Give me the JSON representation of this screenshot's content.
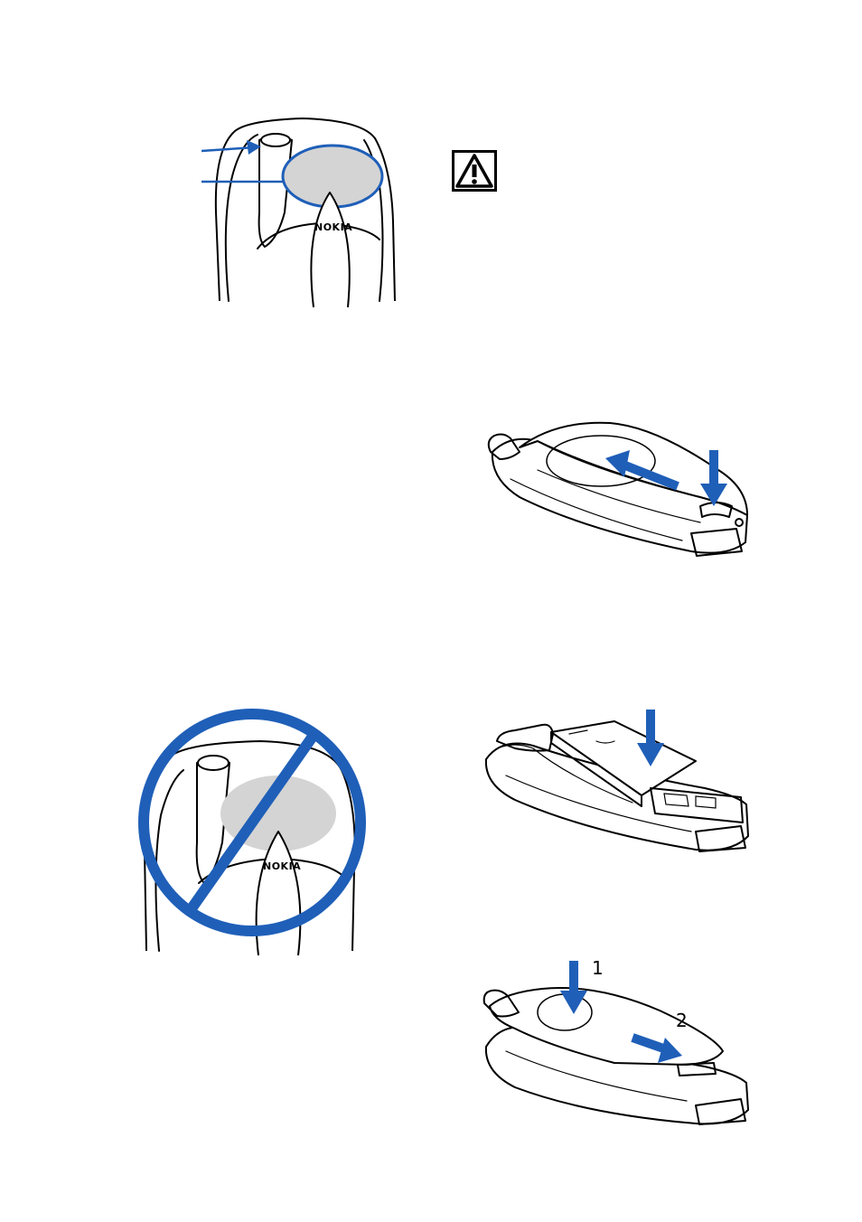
{
  "phone_brand": "NOKIA",
  "step_labels": [
    "1",
    "2"
  ],
  "icons": {
    "warning": "warning-triangle-icon",
    "prohibited": "prohibited-circle-icon"
  },
  "colors": {
    "accent_blue": "#1f5fb8",
    "highlight_grey": "#d4d4d4",
    "line": "#000000"
  }
}
